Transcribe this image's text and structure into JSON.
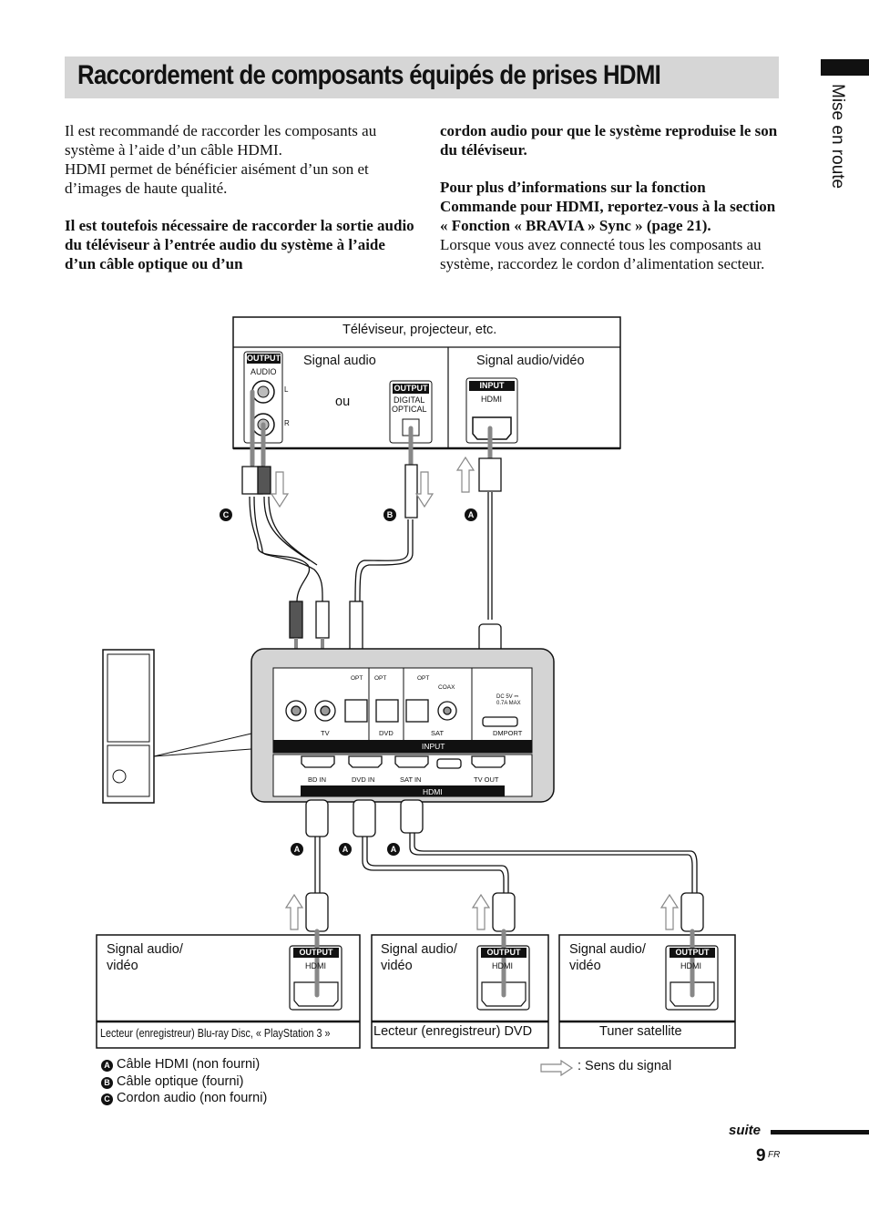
{
  "header": {
    "title": "Raccordement de composants équipés de prises HDMI",
    "side_label": "Mise en route"
  },
  "body": {
    "left": {
      "p1": "Il est recommandé de raccorder les composants au système à l’aide d’un câble HDMI.",
      "p2": "HDMI permet de bénéficier aisément d’un son et d’images de haute qualité.",
      "p3_bold": "Il est toutefois nécessaire de raccorder la sortie audio du téléviseur à l’entrée audio du système à l’aide d’un câble optique ou d’un"
    },
    "right": {
      "p1_bold": "cordon audio pour que le système reproduise le son du téléviseur.",
      "p2_bold": "Pour plus d’informations sur la fonction Commande pour HDMI, reportez-vous à la section « Fonction « BRAVIA » Sync » (page 21).",
      "p3": "Lorsque vous avez connecté tous les composants au système, raccordez le cordon d’alimentation secteur."
    }
  },
  "diagram": {
    "tv": {
      "title": "Téléviseur, projecteur, etc.",
      "signal_audio": "Signal audio",
      "or": "ou",
      "signal_av": "Signal audio/vidéo",
      "output_tag": "OUTPUT",
      "audio_label": "AUDIO",
      "left_ch": "L",
      "right_ch": "R",
      "digital": "DIGITAL",
      "optical": "OPTICAL",
      "input_tag": "INPUT",
      "hdmi": "HDMI"
    },
    "cable_labels": {
      "a": "A",
      "b": "B",
      "c": "C"
    },
    "unit": {
      "opt1": "OPT",
      "opt2": "OPT",
      "opt3": "OPT",
      "coax": "COAX",
      "dc": "DC 5V ⎓",
      "dc_max": "0.7A MAX",
      "tv": "TV",
      "dvd": "DVD",
      "sat": "SAT",
      "dmport": "DMPORT",
      "input_bar": "INPUT",
      "bd_in": "BD IN",
      "dvd_in": "DVD IN",
      "sat_in": "SAT IN",
      "tv_out": "TV OUT",
      "hdmi_bar": "HDMI"
    },
    "devices": [
      {
        "signal": "Signal audio/\nvidéo",
        "name": "Lecteur (enregistreur) Blu-ray Disc, « PlayStation 3 »",
        "tag": "OUTPUT",
        "port": "HDMI"
      },
      {
        "signal": "Signal audio/\nvidéo",
        "name": "Lecteur (enregistreur) DVD",
        "tag": "OUTPUT",
        "port": "HDMI"
      },
      {
        "signal": "Signal audio/\nvidéo",
        "name": "Tuner satellite",
        "tag": "OUTPUT",
        "port": "HDMI"
      }
    ],
    "legend": {
      "a": "Câble HDMI (non fourni)",
      "b": "Câble optique (fourni)",
      "c": "Cordon audio (non fourni)",
      "signal_dir": ": Sens du signal"
    }
  },
  "footer": {
    "suite": "suite",
    "page": "9",
    "page_suffix": "FR"
  }
}
